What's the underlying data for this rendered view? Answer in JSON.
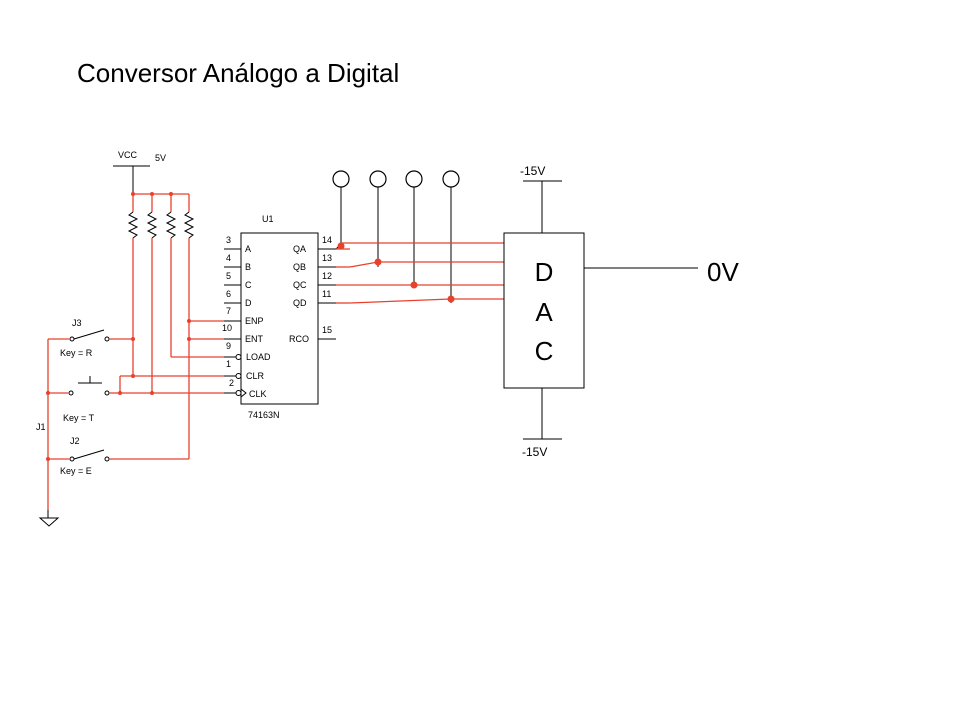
{
  "title": "Conversor Análogo a Digital",
  "colors": {
    "wire": "#e8412c",
    "line": "#000000",
    "background": "#ffffff"
  },
  "supply": {
    "vcc_label": "VCC",
    "vcc_value": "5V"
  },
  "counter": {
    "ref": "U1",
    "part": "74163N",
    "inputs": [
      {
        "pin": "3",
        "name": "A"
      },
      {
        "pin": "4",
        "name": "B"
      },
      {
        "pin": "5",
        "name": "C"
      },
      {
        "pin": "6",
        "name": "D"
      },
      {
        "pin": "7",
        "name": ""
      },
      {
        "pin": "10",
        "name": "ENP"
      },
      {
        "pin": "9",
        "name": "ENT"
      },
      {
        "pin": "1",
        "name": "LOAD"
      },
      {
        "pin": "2",
        "name": "CLR"
      },
      {
        "pin": "",
        "name": "CLK"
      }
    ],
    "outputs": [
      {
        "pin": "14",
        "name": "QA"
      },
      {
        "pin": "13",
        "name": "QB"
      },
      {
        "pin": "12",
        "name": "QC"
      },
      {
        "pin": "11",
        "name": "QD"
      },
      {
        "pin": "15",
        "name": "RCO"
      }
    ]
  },
  "switches": [
    {
      "ref": "J3",
      "key": "Key = R"
    },
    {
      "ref": "",
      "key": "Key = T"
    },
    {
      "ref": "J2",
      "key": "Key = E"
    }
  ],
  "ground_ref": "J1",
  "dac": {
    "letters": [
      "D",
      "A",
      "C"
    ],
    "top_supply": "-15V",
    "bottom_supply": "-15V",
    "output": "0V"
  }
}
